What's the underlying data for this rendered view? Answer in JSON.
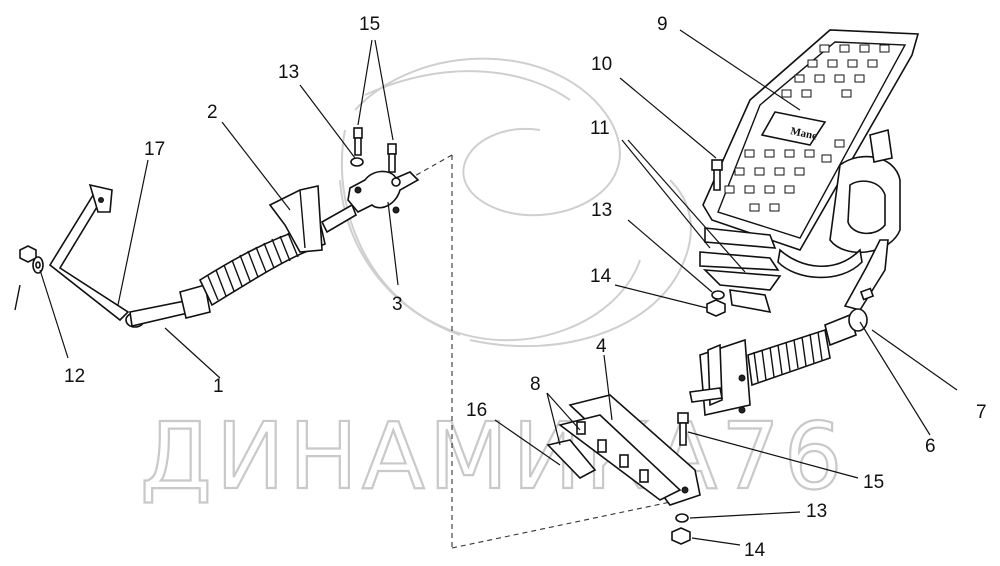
{
  "labels": {
    "l1": "1",
    "l2": "2",
    "l3": "3",
    "l4": "4",
    "l6": "6",
    "l7": "7",
    "l8": "8",
    "l9": "9",
    "l10": "10",
    "l11": "11",
    "l12": "12",
    "l13a": "13",
    "l13b": "13",
    "l13c": "13",
    "l14a": "14",
    "l14b": "14",
    "l15a": "15",
    "l15b": "15",
    "l16": "16",
    "l17": "17"
  },
  "pedal_badge": "Mane",
  "watermark": "ДИНАМИКА76",
  "colors": {
    "ink": "#111111",
    "watermark": "#c9c9c9",
    "background": "#ffffff"
  }
}
